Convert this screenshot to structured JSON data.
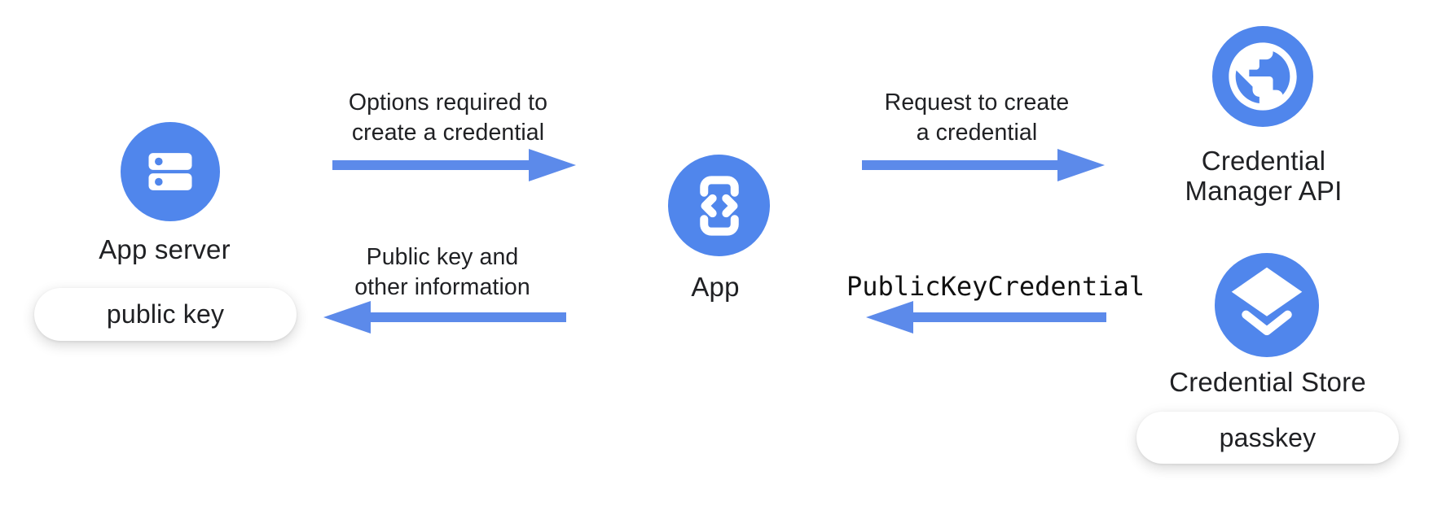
{
  "colors": {
    "node_blue": "#5086EC",
    "arrow_blue": "#5C8AEA",
    "text": "#202124",
    "pill_bg": "#FFFFFF"
  },
  "nodes": {
    "app_server": {
      "label": "App server",
      "icon": "server-icon",
      "artifact": "public key"
    },
    "app": {
      "label": "App",
      "icon": "code-phone-icon"
    },
    "credential_manager_api": {
      "label": "Credential Manager API",
      "label_line1": "Credential",
      "label_line2": "Manager API",
      "icon": "globe-icon"
    },
    "credential_store": {
      "label": "Credential Store",
      "icon": "layers-icon",
      "artifact": "passkey"
    }
  },
  "arrows": [
    {
      "id": "options-to-create",
      "direction": "right",
      "from": "App server",
      "to": "App",
      "label_line1": "Options required to",
      "label_line2": "create a credential"
    },
    {
      "id": "request-to-create",
      "direction": "right",
      "from": "App",
      "to": "Credential Manager API",
      "label_line1": "Request to create",
      "label_line2": "a credential"
    },
    {
      "id": "public-key-credential",
      "direction": "left",
      "from": "Credential Store",
      "to": "App",
      "label": "PublicKeyCredential",
      "monospace": true
    },
    {
      "id": "public-key-and-info",
      "direction": "left",
      "from": "App",
      "to": "App server",
      "label_line1": "Public key and",
      "label_line2": "other information"
    }
  ]
}
